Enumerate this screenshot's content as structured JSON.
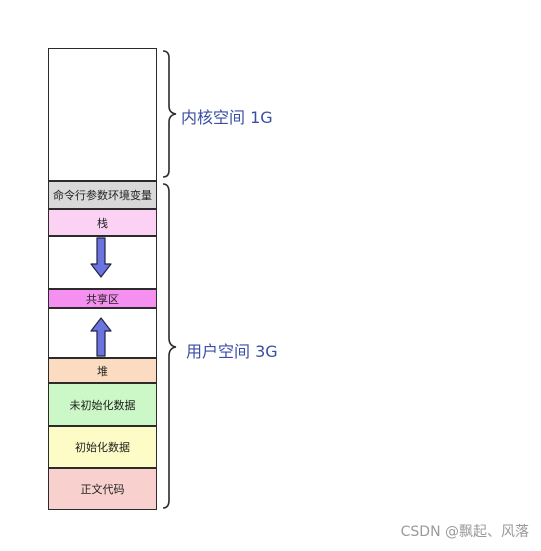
{
  "segments": {
    "kernel": "",
    "cmdline_env": "命令行参数环境变量",
    "stack": "栈",
    "gap1": "",
    "shared": "共享区",
    "gap2": "",
    "heap": "堆",
    "bss": "未初始化数据",
    "data": "初始化数据",
    "text": "正文代码"
  },
  "labels": {
    "kernel_space": "内核空间 1G",
    "user_space": "用户空间 3G"
  },
  "watermark": "CSDN @飘起、风落",
  "colors": {
    "kernel": "#ffffff",
    "cmdline_env": "#d9d9d9",
    "stack": "#fbd1f4",
    "shared": "#f58ff0",
    "heap": "#fbdcc0",
    "bss": "#ccf7c6",
    "data": "#fdfcc6",
    "text": "#f8d1cf",
    "arrow_fill": "#6b73e0",
    "arrow_stroke": "#1f2340",
    "label": "#3a4ea8"
  }
}
